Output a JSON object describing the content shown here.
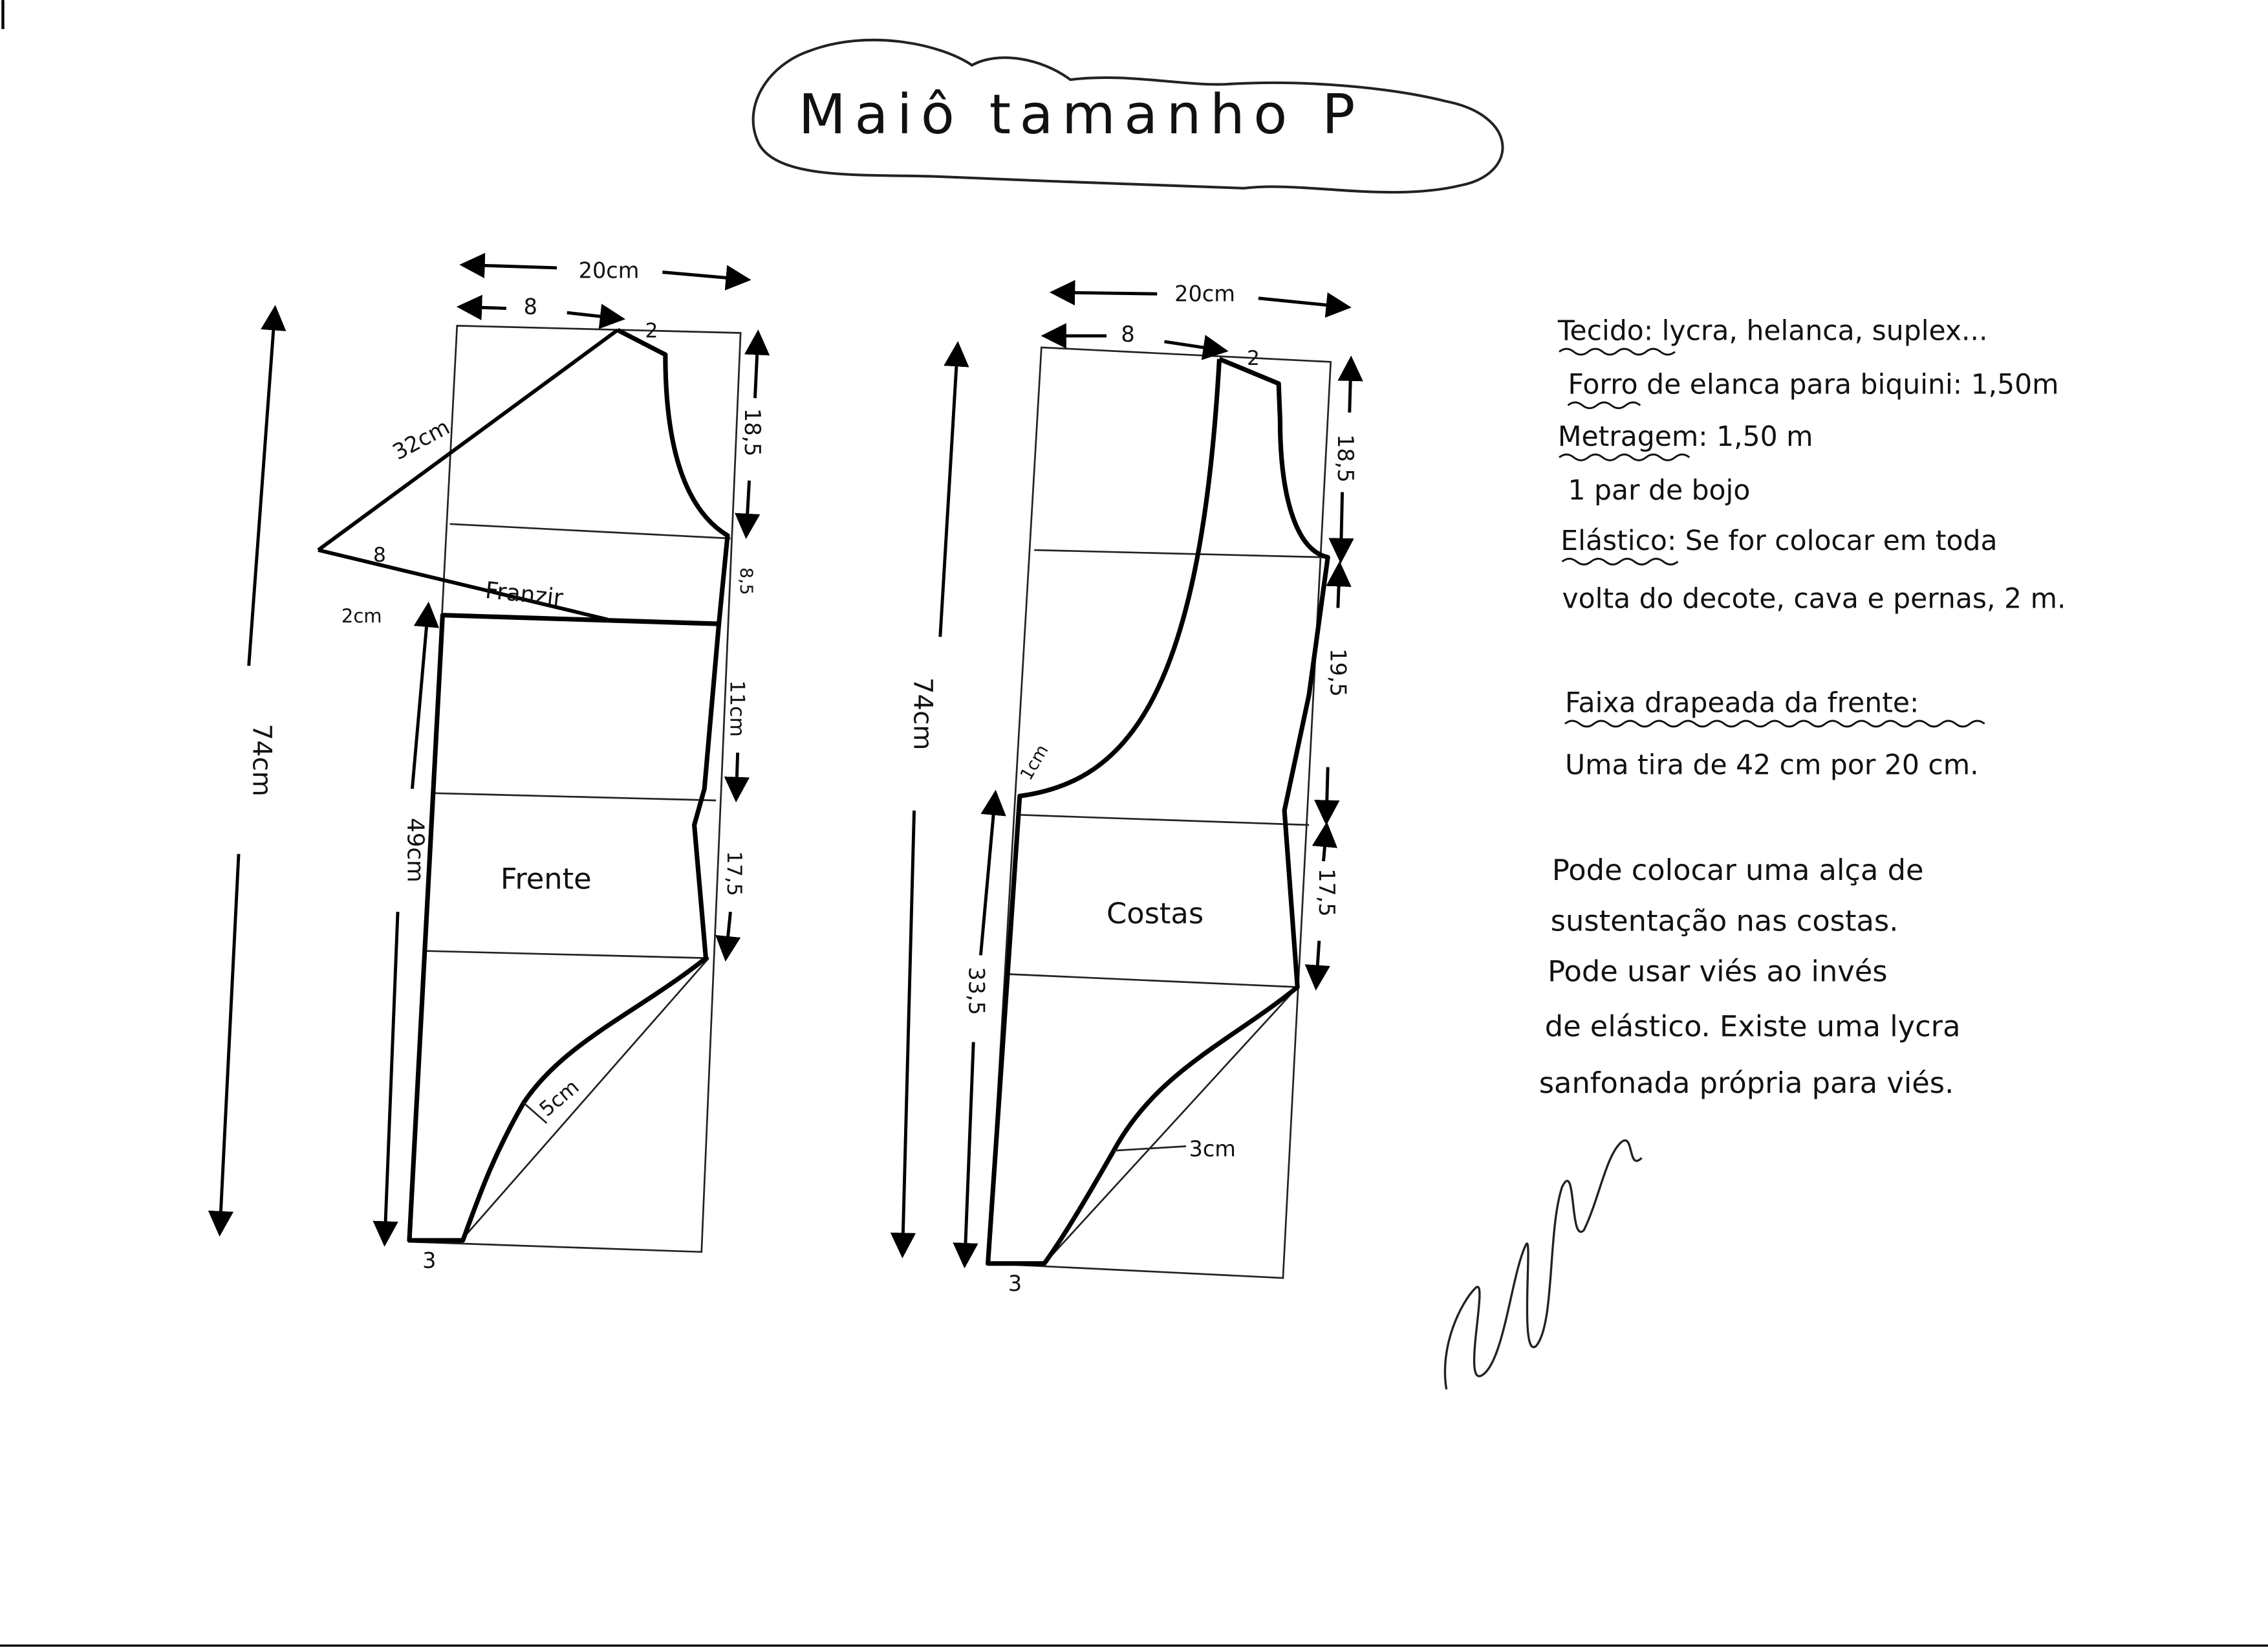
{
  "title": "Maiô tamanho P",
  "front": {
    "label": "Frente",
    "width": "20cm",
    "shoulder_offset": "8",
    "shoulder_width": "2",
    "strap_length": "32cm",
    "strap_base": "8",
    "franzir": "Franzir",
    "offset_2cm": "2cm",
    "total_length": "74cm",
    "side_length": "49cm",
    "seg_1": "18,5",
    "seg_2": "8,5",
    "seg_3": "11cm",
    "seg_4": "17,5",
    "curve_depth": "5cm",
    "crotch": "3"
  },
  "back": {
    "label": "Costas",
    "width": "20cm",
    "shoulder_offset": "8",
    "shoulder_width": "2",
    "total_length": "74cm",
    "side_length": "33,5",
    "neck_depth": "1cm",
    "seg_1": "18,5",
    "seg_2": "19,5",
    "seg_3": "17,5",
    "curve_depth": "3cm",
    "crotch": "3"
  },
  "notes": {
    "lines": [
      {
        "key": "Tecido",
        "text": ": lycra, helanca, suplex..."
      },
      {
        "key": "Forro",
        "text": " de elanca para biquini: 1,50m"
      },
      {
        "key": "Metragem",
        "text": ": 1,50 m"
      },
      {
        "key": "",
        "text": "1 par de bojo"
      },
      {
        "key": "Elástico",
        "text": ": Se for colocar em toda"
      },
      {
        "key": "",
        "text": "volta do decote, cava e pernas, 2 m."
      }
    ],
    "faixa_title": "Faixa drapeada da frente:",
    "faixa_text": "Uma tira de 42 cm por 20 cm.",
    "extra": [
      "Pode colocar uma alça de",
      "sustentação nas costas.",
      "Pode usar viés ao invés",
      "de elástico. Existe uma lycra",
      "sanfonada própria para viés."
    ]
  },
  "signature": "Marlene Mukai"
}
